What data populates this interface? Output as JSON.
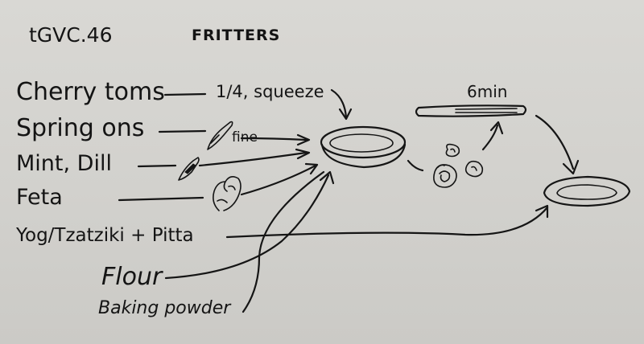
{
  "header": {
    "code": "tGVC.46",
    "title": "FRITTERS"
  },
  "ingredients": [
    {
      "name": "Cherry toms",
      "step": "1/4, squeeze"
    },
    {
      "name": "Spring ons",
      "step": "fine"
    },
    {
      "name": "Mint, Dill",
      "step": ""
    },
    {
      "name": "Feta",
      "step": ""
    },
    {
      "name": "Yog/Tzatziki + Pitta",
      "step": ""
    }
  ],
  "dry": [
    {
      "name": "Flour"
    },
    {
      "name": "Baking powder"
    }
  ],
  "cooking": {
    "time": "6min"
  },
  "icons": [
    "pan-icon",
    "bowl-icon",
    "plate-icon",
    "knife-icon",
    "hand-crumble-icon",
    "fritter-dollop-icon"
  ],
  "ink_color": "#151515",
  "paper_color": "#d3d2ce"
}
